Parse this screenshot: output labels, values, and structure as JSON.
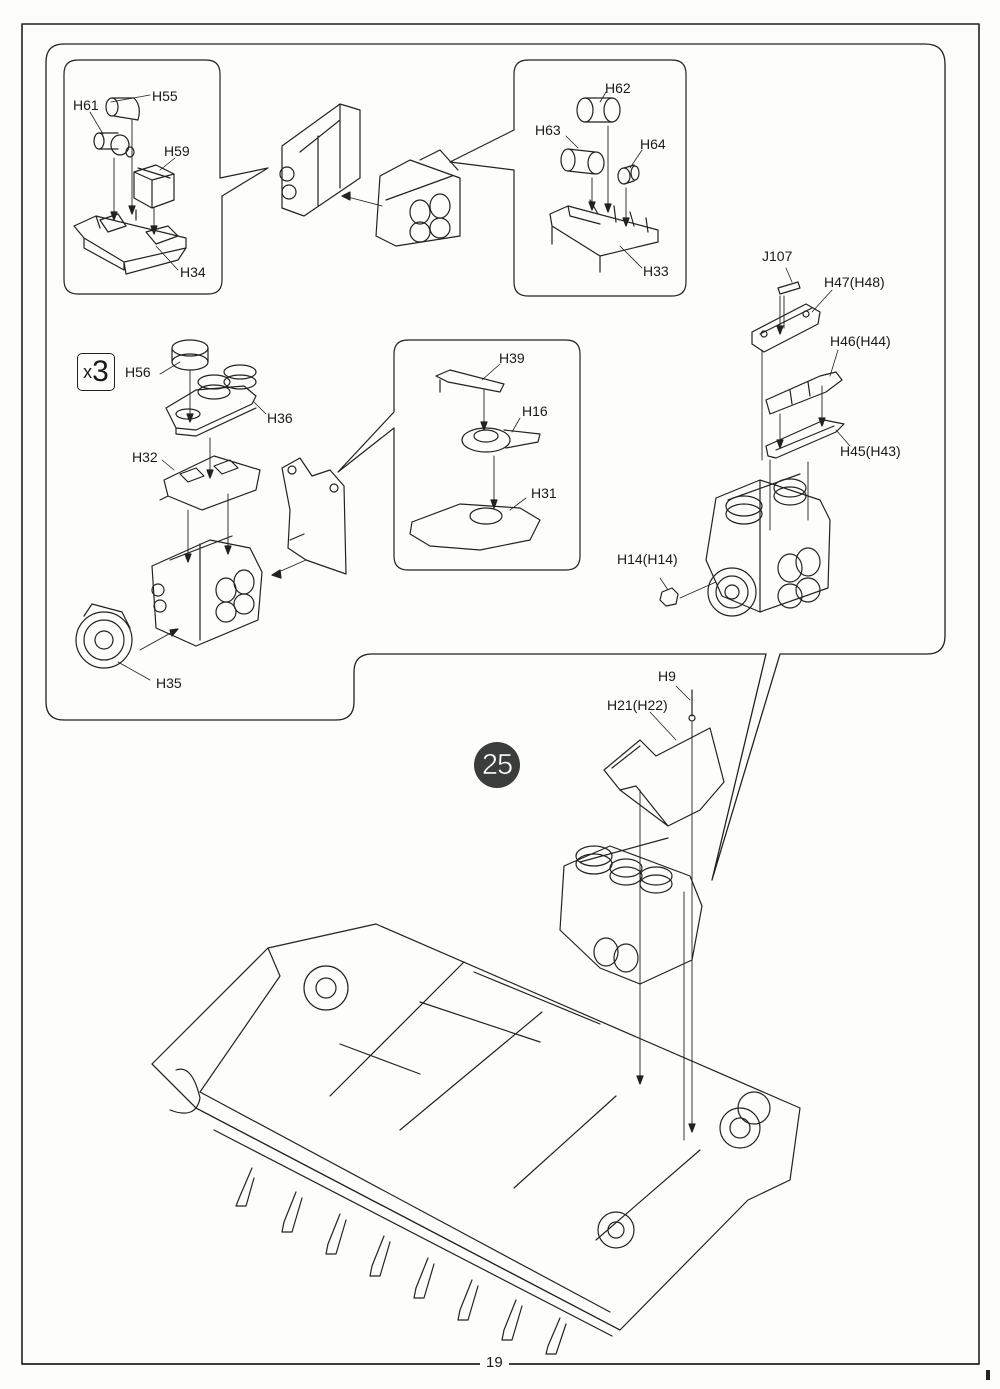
{
  "page": {
    "page_number": "19",
    "step_number": "25",
    "quantity_multiplier": {
      "prefix": "x",
      "value": "3"
    }
  },
  "callouts": {
    "top_left": {
      "parts": [
        "H61",
        "H55",
        "H59",
        "H34"
      ]
    },
    "top_right": {
      "parts": [
        "H62",
        "H63",
        "H64",
        "H33"
      ]
    },
    "middle_center": {
      "parts": [
        "H39",
        "H16",
        "H31"
      ]
    }
  },
  "main_assembly": {
    "left_engine_parts": [
      "H56",
      "H36",
      "H32",
      "H35"
    ],
    "right_engine_parts": [
      "J107",
      "H47(H48)",
      "H46(H44)",
      "H45(H43)",
      "H14(H14)"
    ]
  },
  "hull_assembly": {
    "parts": [
      "H9",
      "H21(H22)"
    ]
  },
  "labels": {
    "H61": "H61",
    "H55": "H55",
    "H59": "H59",
    "H34": "H34",
    "H62": "H62",
    "H63": "H63",
    "H64": "H64",
    "H33": "H33",
    "J107": "J107",
    "H47": "H47(H48)",
    "H46": "H46(H44)",
    "H45": "H45(H43)",
    "H14": "H14(H14)",
    "H56": "H56",
    "H36": "H36",
    "H32": "H32",
    "H35": "H35",
    "H39": "H39",
    "H16": "H16",
    "H31": "H31",
    "H9": "H9",
    "H21": "H21(H22)"
  }
}
